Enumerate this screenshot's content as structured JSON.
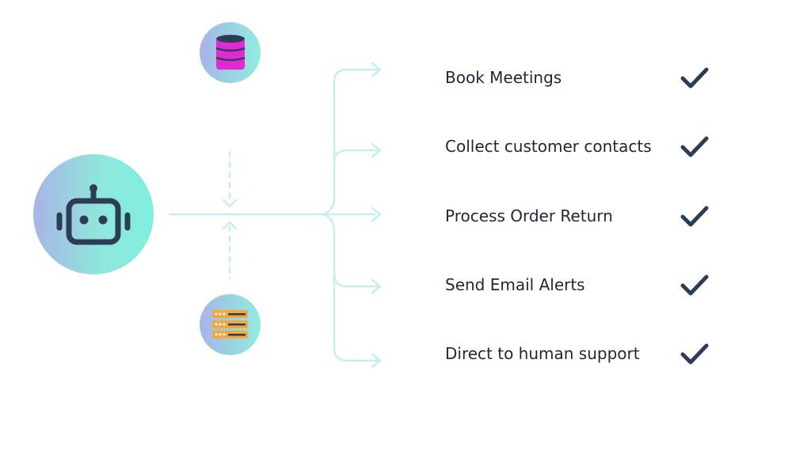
{
  "tasks": [
    {
      "label": "Book Meetings",
      "done": true
    },
    {
      "label": "Collect customer contacts",
      "done": true
    },
    {
      "label": "Process Order Return",
      "done": true
    },
    {
      "label": "Send Email Alerts",
      "done": true
    },
    {
      "label": "Direct to human support",
      "done": true
    }
  ],
  "icons": {
    "bot": "robot-icon",
    "database": "database-icon",
    "server": "server-icon",
    "check": "check-icon"
  },
  "colors": {
    "connector": "#c8eeee",
    "text": "#1e2733",
    "check": "#2c3e55",
    "bot_icon": "#2c3e55",
    "database": "#e02ad3",
    "server": "#f5a73b"
  }
}
